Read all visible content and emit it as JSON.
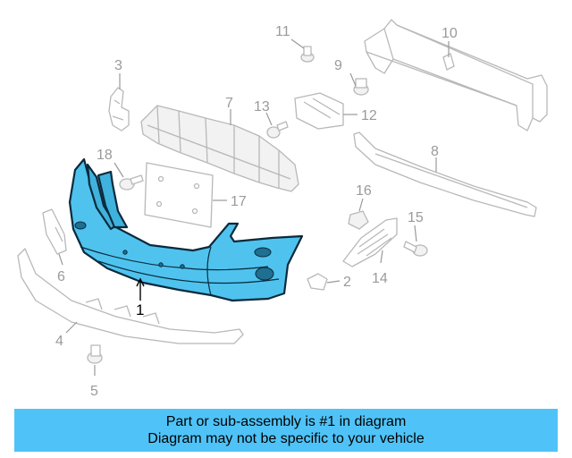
{
  "diagram": {
    "callouts": {
      "c1": "1",
      "c2": "2",
      "c3": "3",
      "c4": "4",
      "c5": "5",
      "c6": "6",
      "c7": "7",
      "c8": "8",
      "c9": "9",
      "c10": "10",
      "c11": "11",
      "c12": "12",
      "c13": "13",
      "c14": "14",
      "c15": "15",
      "c16": "16",
      "c17": "17",
      "c18": "18"
    },
    "highlight_color": "#4fc3ee"
  },
  "banner": {
    "line1": "Part or sub-assembly is #1 in diagram",
    "line2": "Diagram may not be specific to your vehicle",
    "background": "#4fc3f7"
  }
}
